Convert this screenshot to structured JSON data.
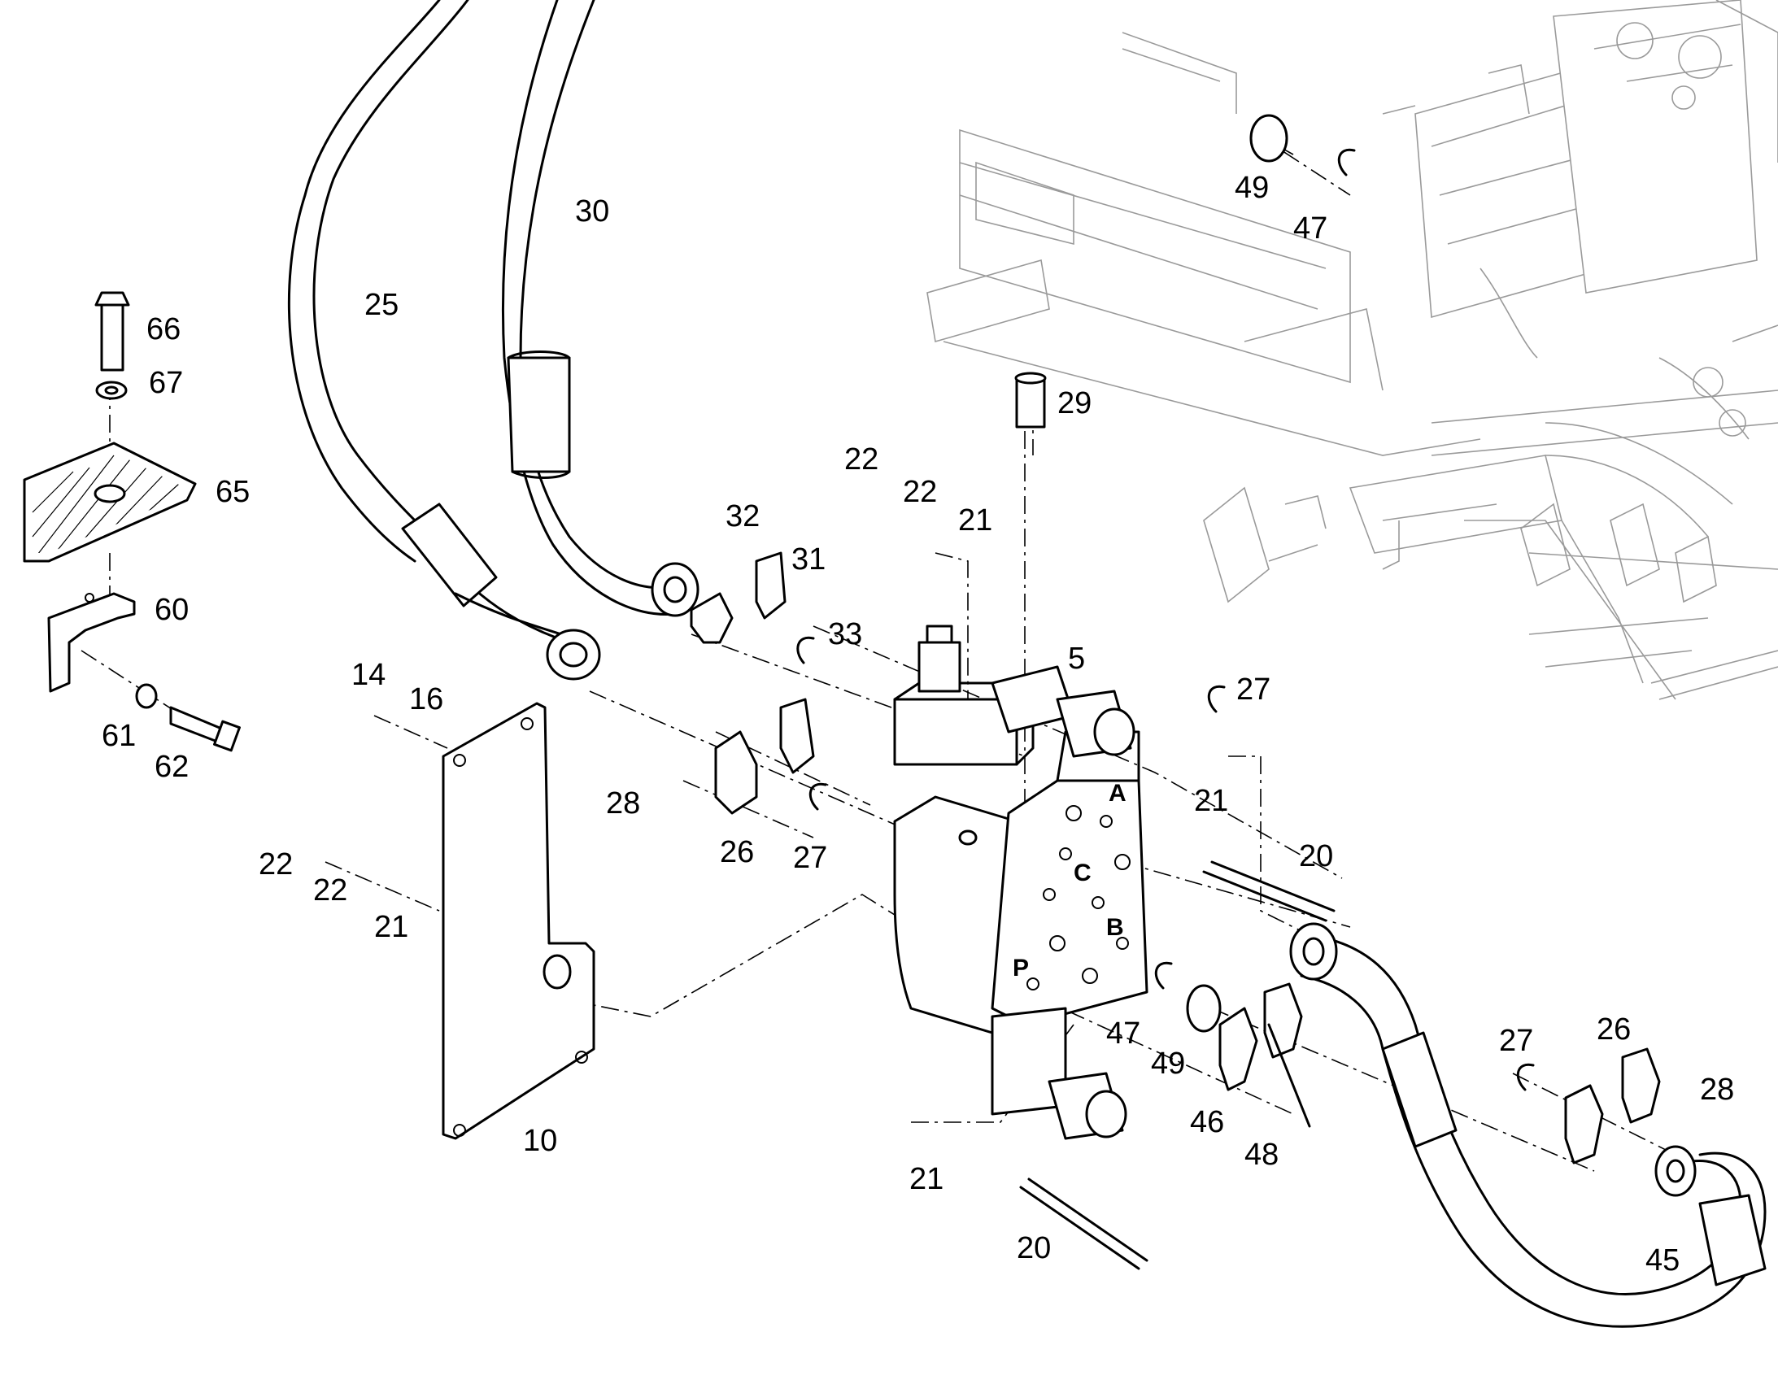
{
  "callouts": {
    "c1": "29",
    "c2": "5",
    "c3": "10",
    "c4": "14",
    "c5": "16",
    "c6": "20",
    "c7": "20",
    "c8": "21",
    "c9": "21",
    "c10": "21",
    "c11": "21",
    "c12": "22",
    "c13": "22",
    "c14": "22",
    "c15": "22",
    "c16": "25",
    "c17": "26",
    "c18": "26",
    "c19": "27",
    "c20": "27",
    "c21": "27",
    "c22": "28",
    "c23": "28",
    "c24": "30",
    "c25": "31",
    "c26": "32",
    "c27": "33",
    "c28": "45",
    "c29": "46",
    "c30": "47",
    "c31": "47",
    "c32": "48",
    "c33": "49",
    "c34": "49",
    "c35": "60",
    "c36": "61",
    "c37": "62",
    "c38": "65",
    "c39": "66",
    "c40": "67"
  },
  "ports": {
    "a": "A",
    "b": "B",
    "c": "C",
    "p": "P"
  }
}
